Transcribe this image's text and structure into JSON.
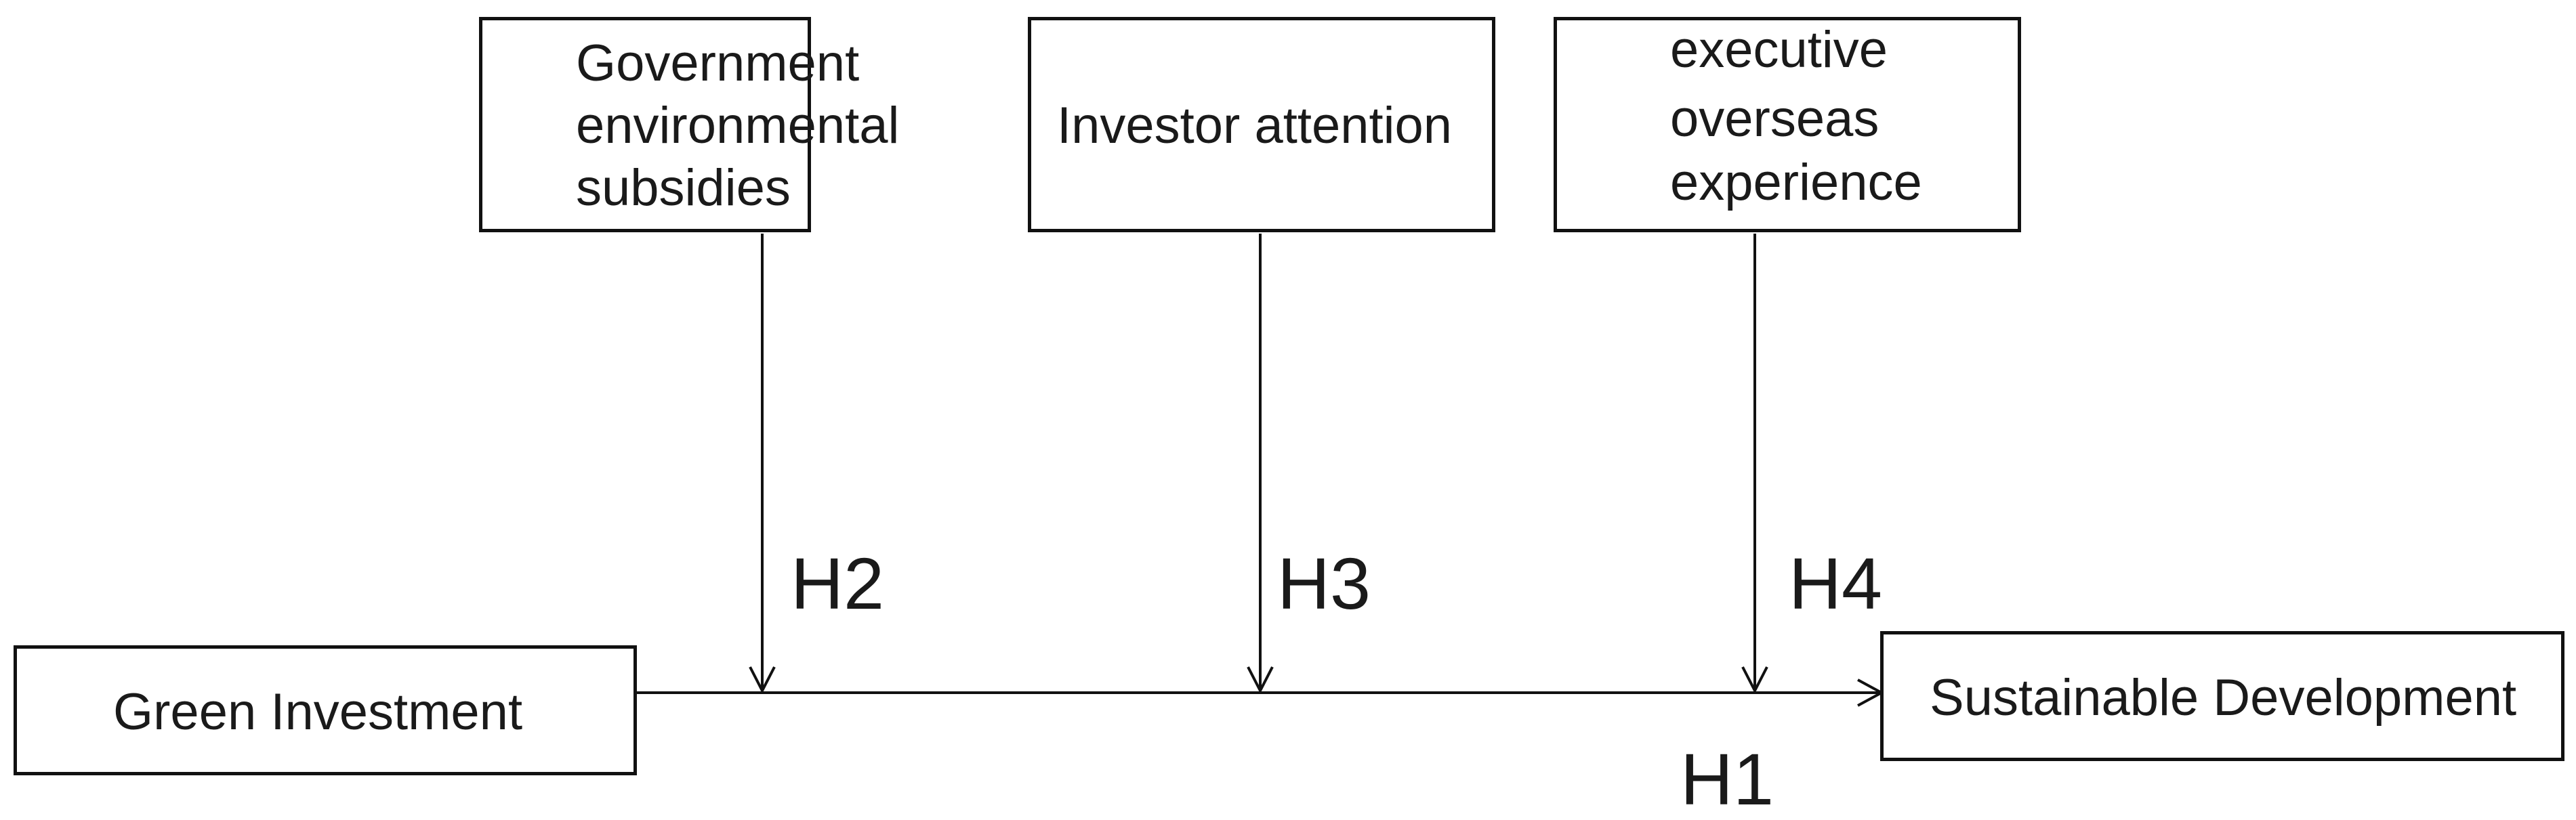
{
  "nodes": {
    "moderator_1": {
      "lines": [
        "Government",
        "environmental",
        "subsidies"
      ]
    },
    "moderator_2": {
      "lines": [
        "Investor attention"
      ]
    },
    "moderator_3": {
      "lines": [
        "executive",
        "overseas",
        "experience"
      ]
    },
    "independent": {
      "lines": [
        "Green Investment"
      ]
    },
    "dependent": {
      "lines": [
        "Sustainable Development"
      ]
    }
  },
  "hypotheses": {
    "h1": "H1",
    "h2": "H2",
    "h3": "H3",
    "h4": "H4"
  },
  "colors": {
    "stroke": "#111111",
    "text": "#1a1a1a"
  }
}
